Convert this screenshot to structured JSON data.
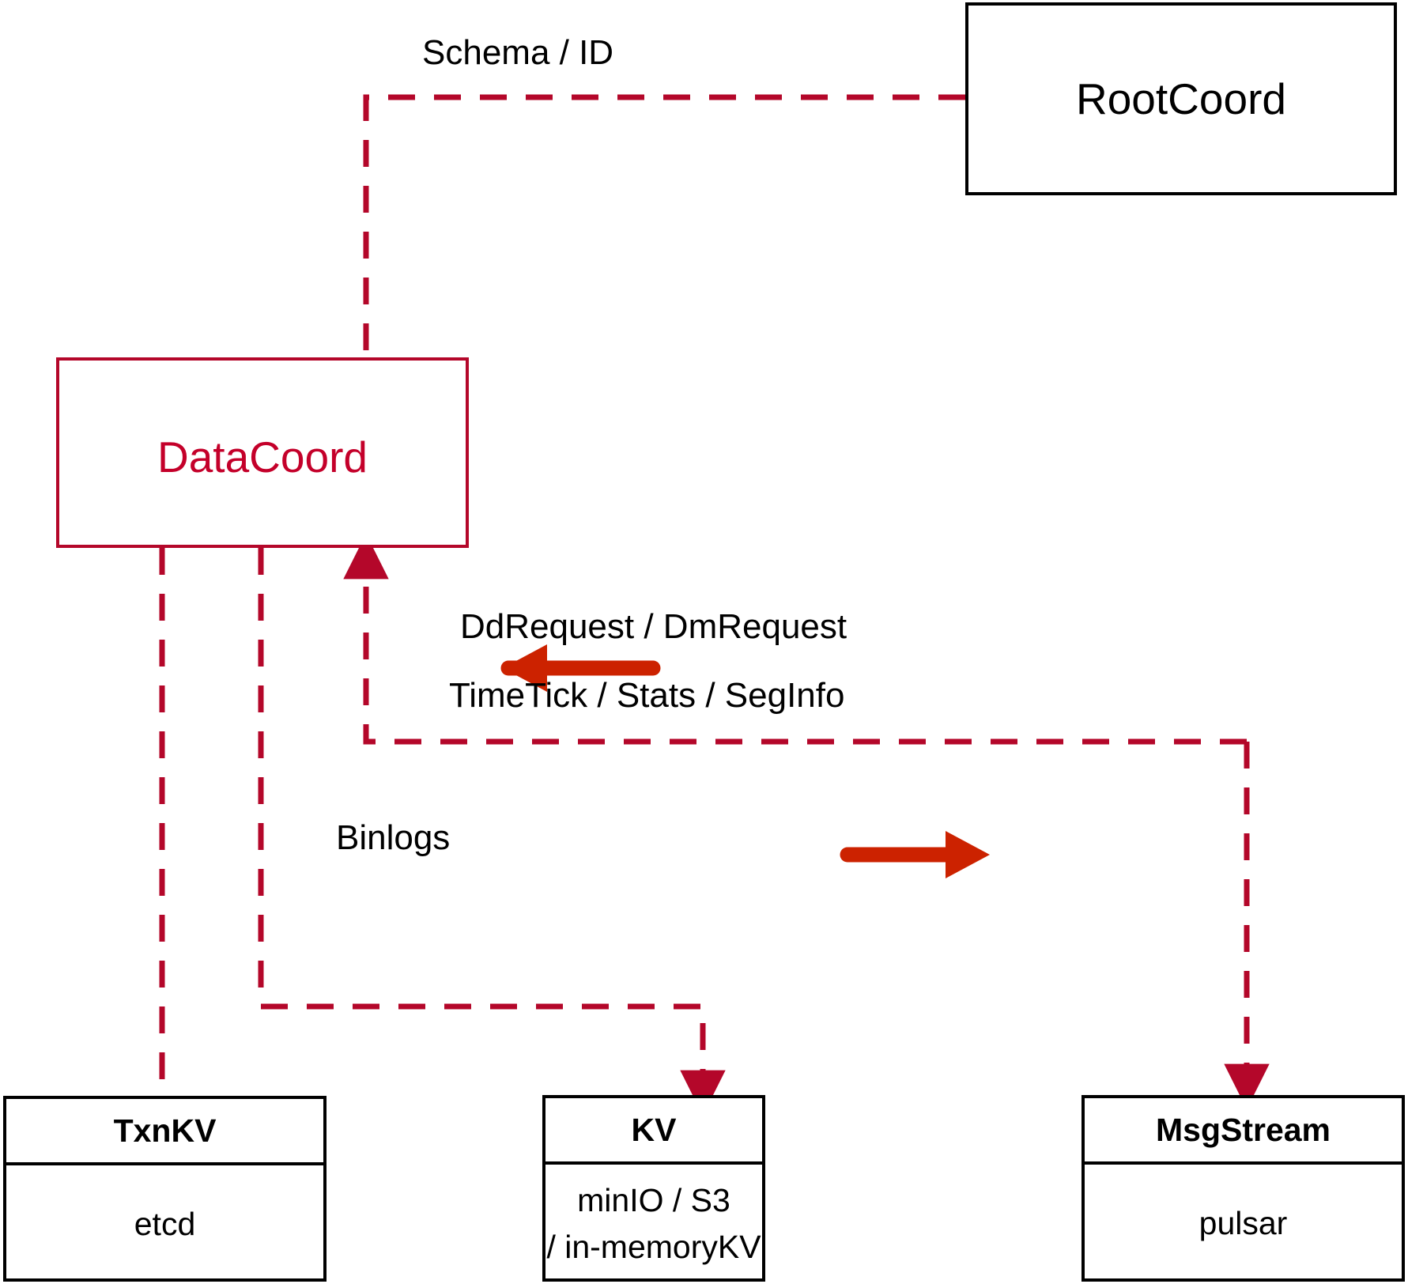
{
  "diagram": {
    "title": "DataCoord component interaction diagram",
    "colors": {
      "accent_red": "#b4072a",
      "arrow_red": "#cc2200",
      "text_black": "#000000",
      "datacoord_text": "#c4002a",
      "background": "#ffffff"
    },
    "nodes": [
      {
        "id": "rootcoord",
        "name": "RootCoord",
        "style": "black-outline",
        "title": "RootCoord"
      },
      {
        "id": "datacoord",
        "name": "DataCoord",
        "style": "red-outline",
        "title": "DataCoord"
      },
      {
        "id": "txnkv",
        "name": "TxnKV",
        "style": "black-outline-stacked",
        "title": "TxnKV",
        "body_line1": "etcd",
        "body_line2": ""
      },
      {
        "id": "kv",
        "name": "KV",
        "style": "black-outline-stacked",
        "title": "KV",
        "body_line1": "minIO / S3",
        "body_line2": "/ in-memoryKV"
      },
      {
        "id": "msgstream",
        "name": "MsgStream",
        "style": "black-outline-stacked",
        "title": "MsgStream",
        "body_line1": "pulsar",
        "body_line2": ""
      }
    ],
    "edges": [
      {
        "id": "schema-id",
        "label": "Schema / ID",
        "from": "rootcoord",
        "to": "datacoord",
        "line": "dashed",
        "arrow": "down"
      },
      {
        "id": "dd-dm-request",
        "label": "DdRequest / DmRequest",
        "from": "msgstream",
        "to": "datacoord",
        "line": "dashed",
        "arrow": "left"
      },
      {
        "id": "timetick-stats-seginfo",
        "label": "TimeTick / Stats / SegInfo",
        "from": "datacoord",
        "to": "msgstream",
        "line": "dashed",
        "arrow": "right"
      },
      {
        "id": "binlogs",
        "label": "Binlogs",
        "from": "datacoord",
        "to": "kv",
        "line": "dashed",
        "arrow": "down"
      },
      {
        "id": "txnkv-link",
        "label": "",
        "from": "datacoord",
        "to": "txnkv",
        "line": "dashed",
        "arrow": "none"
      }
    ]
  }
}
